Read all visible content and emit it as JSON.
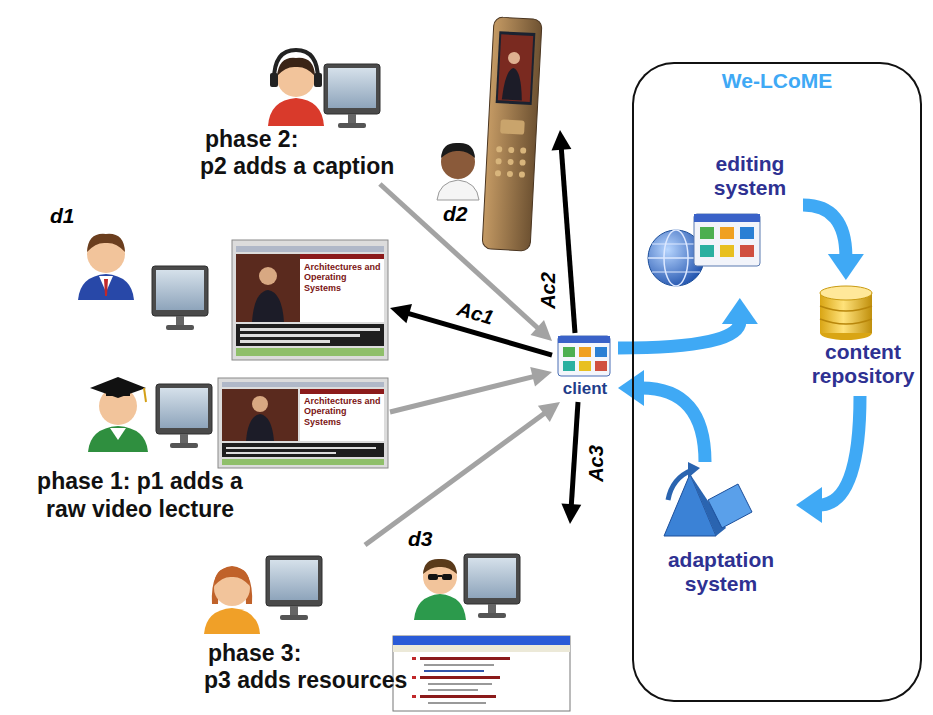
{
  "diagram": {
    "nodes": [
      {
        "text": [
          "We-LCoME"
        ]
      },
      {
        "text": [
          "editing system"
        ],
        "in": 0
      },
      {
        "text": [
          "content repository"
        ],
        "in": 0
      },
      {
        "text": [
          "adaptation system"
        ],
        "in": 0
      },
      {
        "text": [
          "d2"
        ]
      },
      {
        "text": [
          "phase 2:",
          "p2 adds a caption"
        ]
      },
      {
        "text": [
          "d1"
        ]
      },
      {
        "text": [
          "phase 1: p1 adds a raw video lecture"
        ]
      },
      {
        "text": [
          "client"
        ]
      },
      {
        "text": [
          "phase 3:",
          "p3 adds resources"
        ]
      },
      {
        "text": [
          "d3"
        ]
      }
    ],
    "edges": [
      {
        "from": 7,
        "to": 8,
        "arrow": "to"
      },
      {
        "from": 5,
        "to": 8,
        "arrow": "to"
      },
      {
        "from": 9,
        "to": 8,
        "arrow": "to"
      },
      {
        "from": 8,
        "to": 6,
        "label": "Ac1",
        "arrow": "to"
      },
      {
        "from": 8,
        "to": 4,
        "label": "Ac2",
        "arrow": "to"
      },
      {
        "from": 8,
        "to": 10,
        "label": "Ac3",
        "arrow": "to"
      },
      {
        "from": 8,
        "to": 1,
        "arrow": "to"
      },
      {
        "from": 1,
        "to": 2,
        "arrow": "to"
      },
      {
        "from": 2,
        "to": 3,
        "arrow": "to"
      },
      {
        "from": 3,
        "to": 8,
        "arrow": "to"
      }
    ],
    "labels": [
      "Architectures and Operating Systems",
      "Architectures and Operating Systems"
    ]
  }
}
